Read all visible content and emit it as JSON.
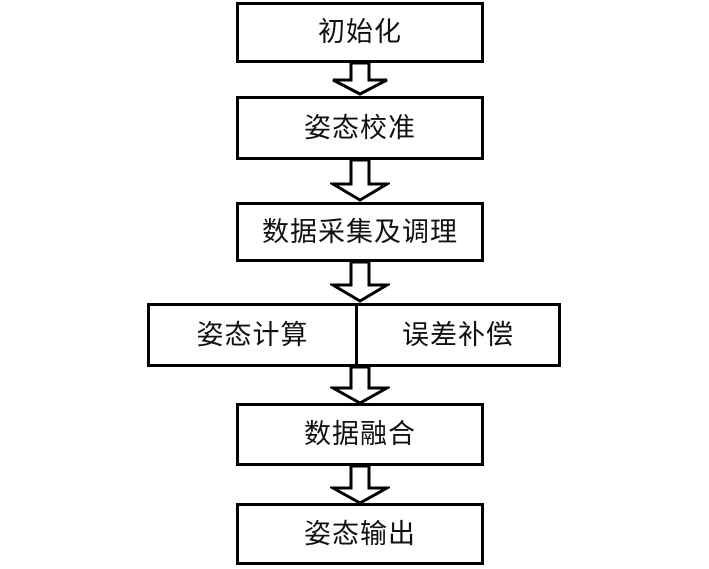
{
  "diagram": {
    "title": "",
    "orientation": "vertical-top-down",
    "background_color": "#ffffff",
    "line_color": "#000000",
    "text_color": "#111111",
    "nodes": [
      {
        "id": "init",
        "label": "初始化",
        "shape": "rectangle"
      },
      {
        "id": "align",
        "label": "姿态校准",
        "shape": "rectangle"
      },
      {
        "id": "acquire",
        "label": "数据采集及调理",
        "shape": "rectangle"
      },
      {
        "id": "compute",
        "label": "姿态计算",
        "shape": "rectangle-split-left"
      },
      {
        "id": "compensate",
        "label": "误差补偿",
        "shape": "rectangle-split-right"
      },
      {
        "id": "fusion",
        "label": "数据融合",
        "shape": "rectangle"
      },
      {
        "id": "output",
        "label": "姿态输出",
        "shape": "rectangle"
      }
    ],
    "connectors": [
      {
        "id": "arrow-1",
        "from": "init",
        "to": "align",
        "style": "block-arrow-down"
      },
      {
        "id": "arrow-2",
        "from": "align",
        "to": "acquire",
        "style": "block-arrow-down"
      },
      {
        "id": "arrow-3",
        "from": "acquire",
        "to": "compute",
        "style": "block-arrow-down"
      },
      {
        "id": "arrow-4",
        "from": "compute",
        "to": "fusion",
        "style": "block-arrow-down"
      },
      {
        "id": "arrow-5",
        "from": "fusion",
        "to": "output",
        "style": "block-arrow-down"
      }
    ]
  }
}
